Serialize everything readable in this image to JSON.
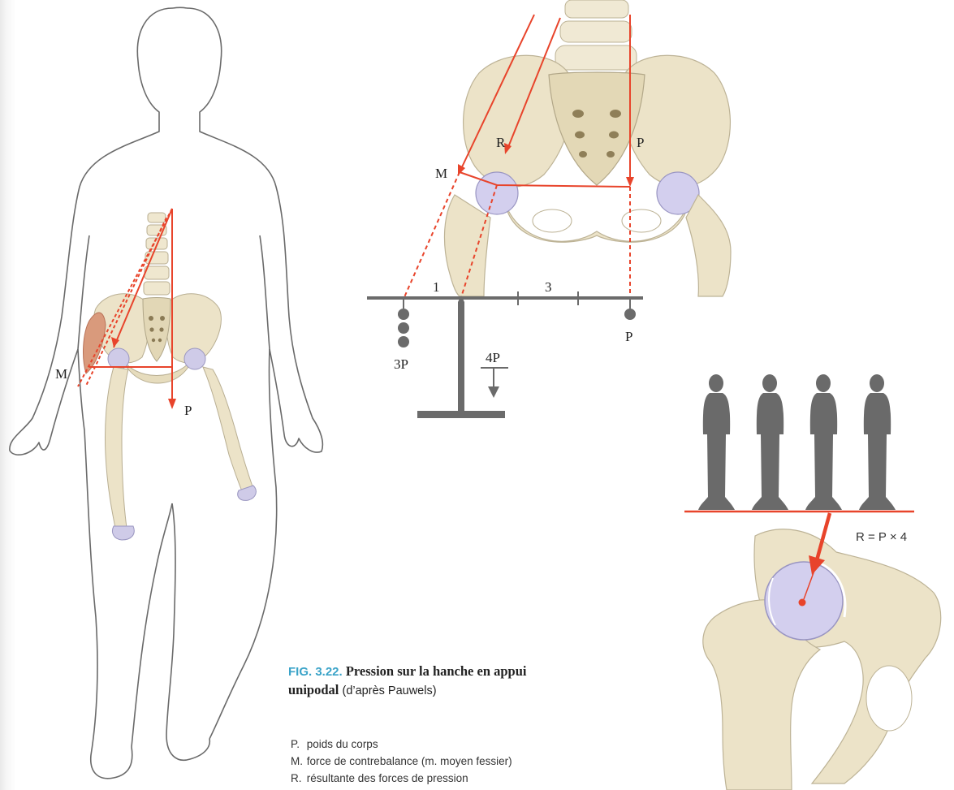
{
  "figure": {
    "number": "FIG. 3.22.",
    "title": "Pression sur la hanche en appui unipodal",
    "title_part1": "Pression sur la hanche en appui",
    "title_part2": "unipodal",
    "source": "(d’après Pauwels)"
  },
  "colors": {
    "accent_fig": "#3aa3c8",
    "force_line": "#e8442b",
    "lever": "#6b6b6b",
    "bone": "#ece3c8",
    "cartilage": "#c9c6e6"
  },
  "left_figure": {
    "label_m": "M",
    "label_p": "P"
  },
  "lever_diagram": {
    "label_m": "M",
    "label_r": "R",
    "label_p_top": "P",
    "arm_short": "1",
    "arm_long": "3",
    "label_3p": "3P",
    "label_4p": "4P",
    "label_p_weight": "P"
  },
  "right_figure": {
    "equation": "R = P × 4",
    "people_count": 4
  },
  "legend": [
    {
      "key": "P.",
      "text": "poids du corps"
    },
    {
      "key": "M.",
      "text": "force de contrebalance (m. moyen fessier)"
    },
    {
      "key": "R.",
      "text": "résultante des forces de pression"
    }
  ]
}
